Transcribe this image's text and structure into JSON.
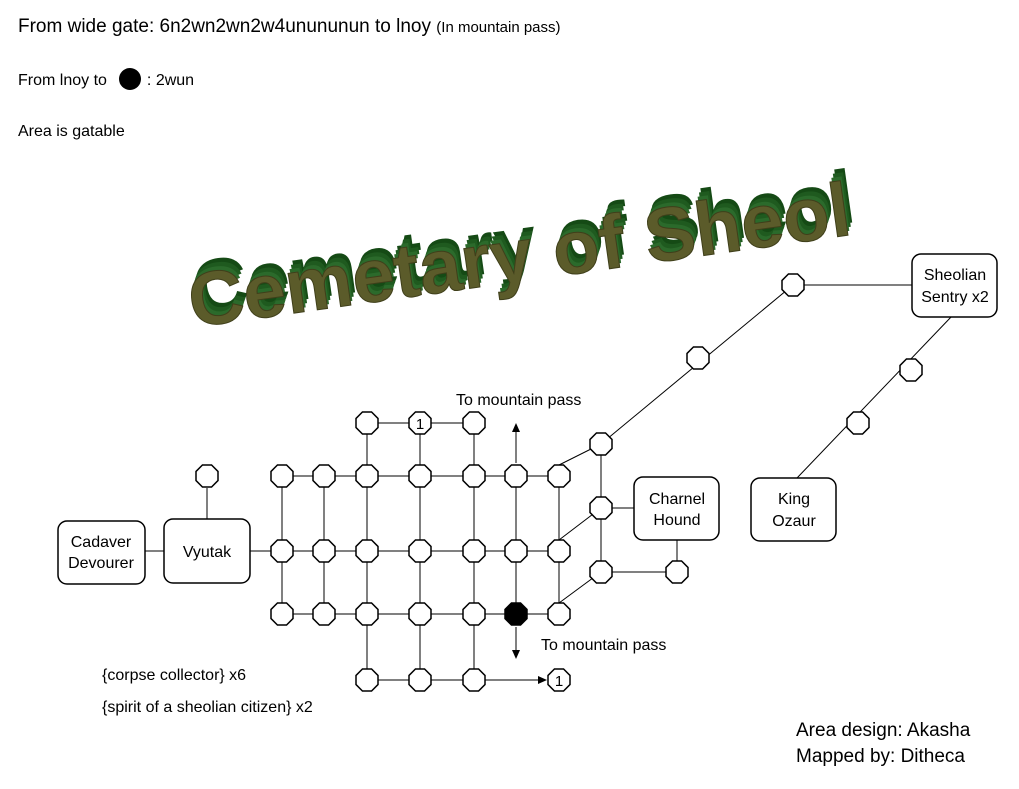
{
  "header": {
    "route_text": "From wide gate: 6n2wn2wn2w4unununun to lnoy",
    "route_note": "(In mountain pass)",
    "from_prefix": "From lnoy to",
    "from_suffix": ": 2wun",
    "gatable": "Area is gatable"
  },
  "title": "Cemetary of Sheol",
  "rooms": {
    "cadaver": [
      "Cadaver",
      "Devourer"
    ],
    "vyutak": [
      "Vyutak"
    ],
    "charnel": [
      "Charnel",
      "Hound"
    ],
    "sentry": [
      "Sheolian",
      "Sentry x2"
    ],
    "king": [
      "King",
      "Ozaur"
    ]
  },
  "labels": {
    "to_pass_top": "To mountain pass",
    "to_pass_bottom": "To mountain pass",
    "marker": "1"
  },
  "mobs": {
    "line1": "{corpse collector} x6",
    "line2": "{spirit of a sheolian citizen} x2"
  },
  "credits": {
    "design": "Area design: Akasha",
    "mapped": "Mapped by: Ditheca"
  },
  "colors": {
    "title_front": "#5b5b2a",
    "title_side": "#1f5a1f"
  }
}
